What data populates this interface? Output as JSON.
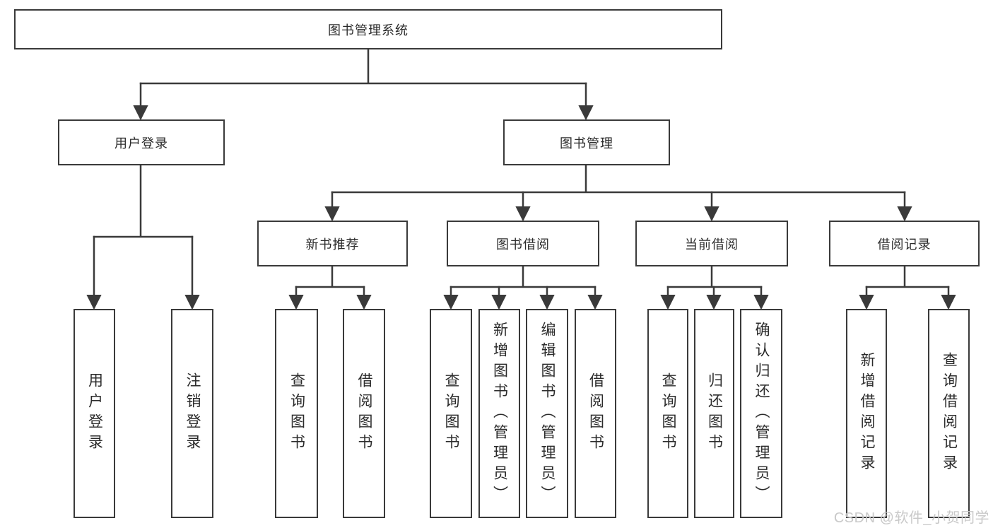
{
  "diagram_title": "图书管理系统",
  "colors": {
    "line": "#3a3a3a",
    "box_border": "#3a3a3a",
    "text": "#2b2b2b",
    "watermark": "#c9c9c9",
    "background": "#ffffff"
  },
  "root": {
    "label": "图书管理系统"
  },
  "level2": [
    {
      "label": "用户登录"
    },
    {
      "label": "图书管理"
    }
  ],
  "level3": [
    {
      "label": "新书推荐",
      "parent": "图书管理"
    },
    {
      "label": "图书借阅",
      "parent": "图书管理"
    },
    {
      "label": "当前借阅",
      "parent": "图书管理"
    },
    {
      "label": "借阅记录",
      "parent": "图书管理"
    }
  ],
  "leaves": [
    {
      "label": "用户登录",
      "parent": "用户登录"
    },
    {
      "label": "注销登录",
      "parent": "用户登录"
    },
    {
      "label": "查询图书",
      "parent": "新书推荐"
    },
    {
      "label": "借阅图书",
      "parent": "新书推荐"
    },
    {
      "label": "查询图书",
      "parent": "图书借阅"
    },
    {
      "label": "新增图书（管理员）",
      "parent": "图书借阅"
    },
    {
      "label": "编辑图书（管理员）",
      "parent": "图书借阅"
    },
    {
      "label": "借阅图书",
      "parent": "图书借阅"
    },
    {
      "label": "查询图书",
      "parent": "当前借阅"
    },
    {
      "label": "归还图书",
      "parent": "当前借阅"
    },
    {
      "label": "确认归还（管理员）",
      "parent": "当前借阅"
    },
    {
      "label": "新增借阅记录",
      "parent": "借阅记录"
    },
    {
      "label": "查询借阅记录",
      "parent": "借阅记录"
    }
  ],
  "watermark": "CSDN @软件_小贺同学"
}
